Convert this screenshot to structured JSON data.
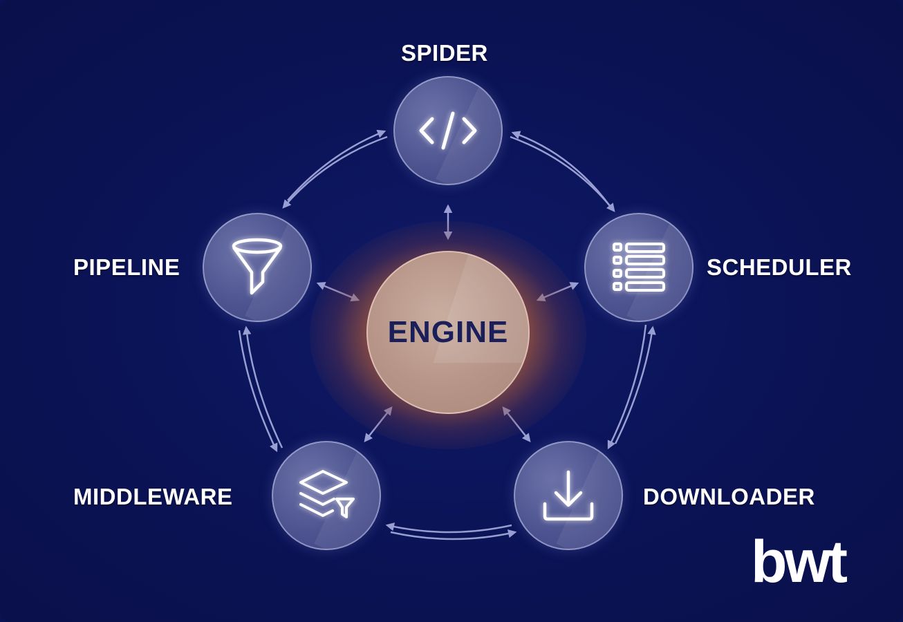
{
  "diagram": {
    "center": {
      "label": "ENGINE",
      "glow_color": "#e6803a",
      "fill": "#b8978a",
      "text_color": "#1a1f5a"
    },
    "nodes": [
      {
        "id": "spider",
        "label": "SPIDER",
        "icon": "code-brackets-icon"
      },
      {
        "id": "scheduler",
        "label": "SCHEDULER",
        "icon": "list-icon"
      },
      {
        "id": "downloader",
        "label": "DOWNLOADER",
        "icon": "download-icon"
      },
      {
        "id": "middleware",
        "label": "MIDDLEWARE",
        "icon": "layers-filter-icon"
      },
      {
        "id": "pipeline",
        "label": "PIPELINE",
        "icon": "funnel-icon"
      }
    ],
    "edges": [
      {
        "from": "spider",
        "to": "scheduler",
        "type": "double-arrow-ring"
      },
      {
        "from": "scheduler",
        "to": "downloader",
        "type": "double-arrow-ring"
      },
      {
        "from": "downloader",
        "to": "middleware",
        "type": "double-arrow-ring"
      },
      {
        "from": "middleware",
        "to": "pipeline",
        "type": "double-arrow-ring"
      },
      {
        "from": "pipeline",
        "to": "spider",
        "type": "double-arrow-ring"
      },
      {
        "from": "engine",
        "to": "spider",
        "type": "bidirectional"
      },
      {
        "from": "engine",
        "to": "scheduler",
        "type": "bidirectional"
      },
      {
        "from": "engine",
        "to": "downloader",
        "type": "bidirectional"
      },
      {
        "from": "engine",
        "to": "middleware",
        "type": "bidirectional"
      },
      {
        "from": "engine",
        "to": "pipeline",
        "type": "bidirectional"
      }
    ],
    "colors": {
      "background": "#0b1253",
      "node_fill": "#4d538f",
      "arrow": "#a9aee0",
      "label": "#ffffff"
    }
  },
  "brand": {
    "logo_text": "bwt"
  }
}
